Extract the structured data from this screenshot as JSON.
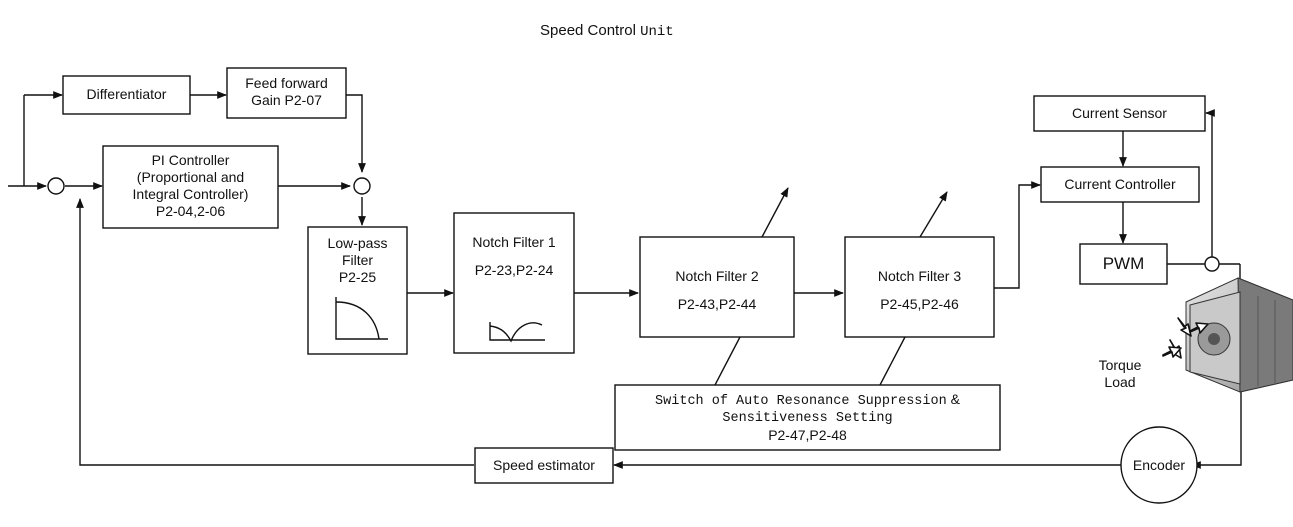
{
  "title": {
    "main": "Speed Control",
    "suffix": "Unit"
  },
  "blocks": {
    "differentiator": {
      "label": "Differentiator"
    },
    "feed_forward": {
      "line1": "Feed forward",
      "line2": "Gain P2-07"
    },
    "pi_controller": {
      "line1": "PI Controller",
      "line2": "(Proportional and",
      "line3": "Integral Controller)",
      "line4": "P2-04,2-06"
    },
    "low_pass": {
      "line1": "Low-pass",
      "line2": "Filter",
      "line3": "P2-25"
    },
    "notch1": {
      "line1": "Notch Filter 1",
      "line2": "P2-23,P2-24"
    },
    "notch2": {
      "line1": "Notch Filter 2",
      "line2": "P2-43,P2-44"
    },
    "notch3": {
      "line1": "Notch Filter 3",
      "line2": "P2-45,P2-46"
    },
    "auto_resonance": {
      "line1": "Switch of Auto Resonance Suppression",
      "amp": "&",
      "line2": "Sensitiveness Setting",
      "line3": "P2-47,P2-48"
    },
    "current_sensor": {
      "label": "Current Sensor"
    },
    "current_controller": {
      "label": "Current Controller"
    },
    "pwm": {
      "label": "PWM"
    },
    "speed_estimator": {
      "label": "Speed estimator"
    },
    "encoder": {
      "label": "Encoder"
    },
    "torque_load": {
      "line1": "Torque",
      "line2": "Load"
    }
  },
  "colors": {
    "stroke": "#111111",
    "background": "#ffffff"
  }
}
